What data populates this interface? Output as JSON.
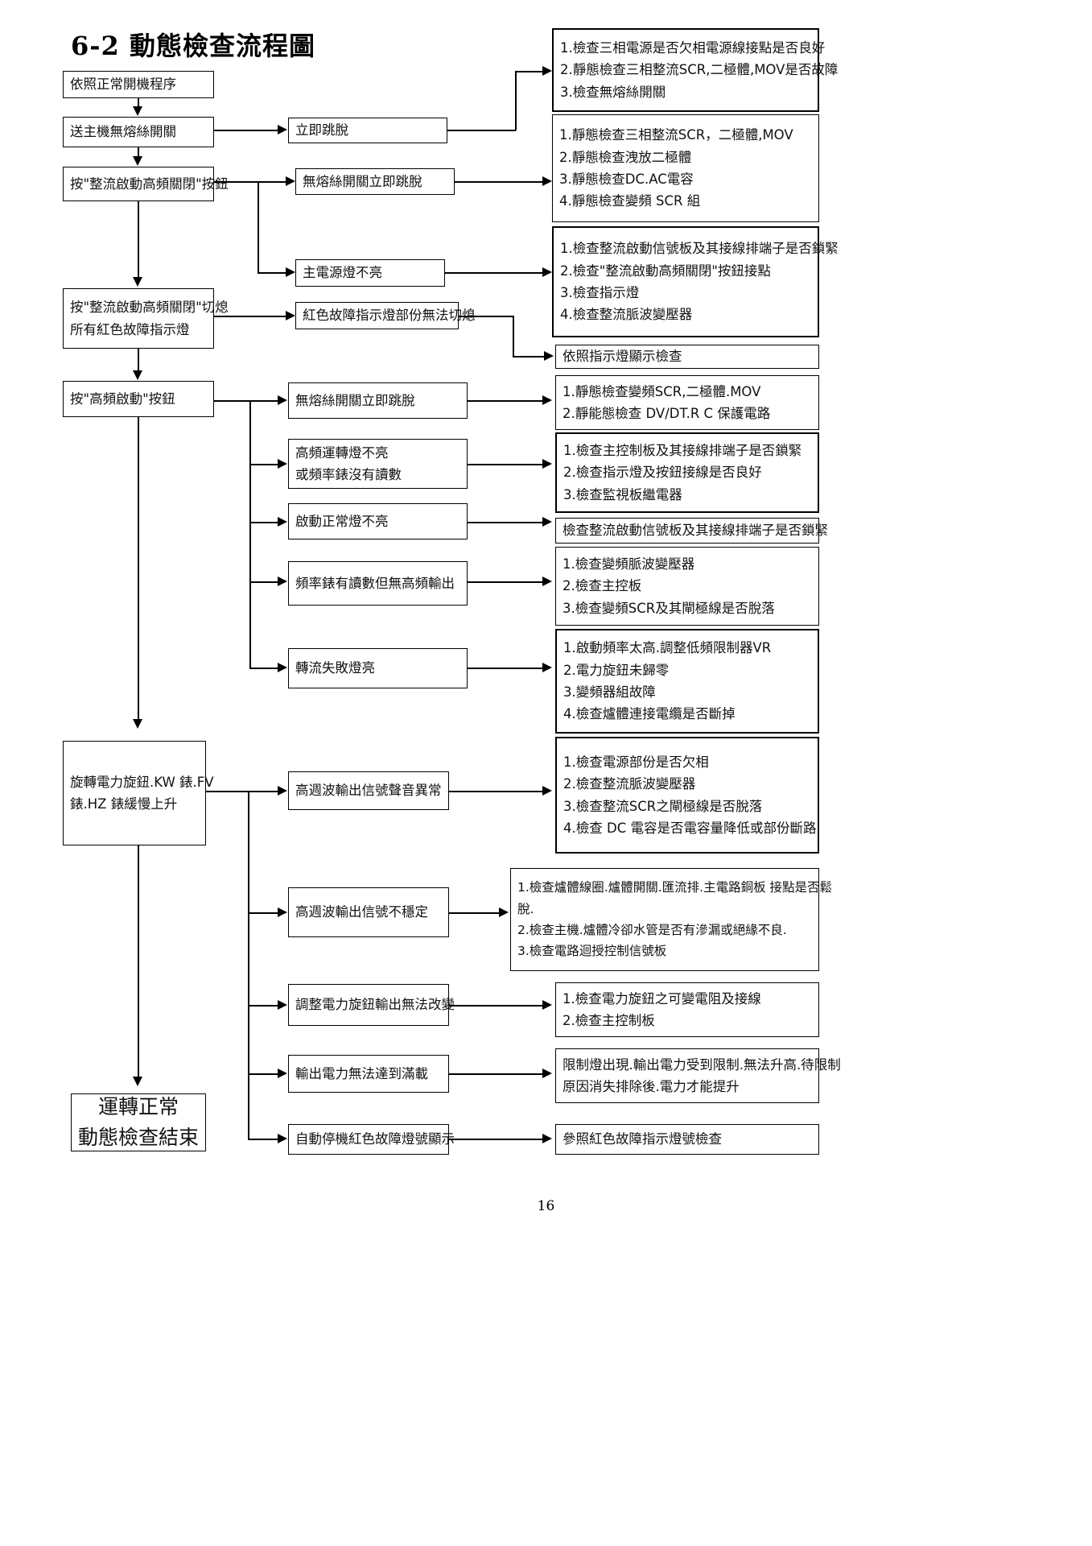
{
  "document": {
    "title": "6-2 動態檢查流程圖",
    "page_number": "16"
  },
  "flow": {
    "left_column": [
      {
        "id": "start",
        "lines": [
          "依照正常開機程序"
        ]
      },
      {
        "id": "main-nfb",
        "lines": [
          "送主機無熔絲開關"
        ]
      },
      {
        "id": "press-rect-start-hf-off",
        "lines": [
          "按\"整流啟動高頻關閉\"按鈕"
        ]
      },
      {
        "id": "press-rect-clear-faults",
        "lines": [
          "按\"整流啟動高頻關閉\"切熄",
          "所有紅色故障指示燈"
        ]
      },
      {
        "id": "press-hf-start",
        "lines": [
          "按\"高頻啟動\"按鈕"
        ]
      },
      {
        "id": "rotate-power-knob",
        "lines": [
          "旋轉電力旋鈕.KW 錶.FV",
          "錶.HZ 錶緩慢上升"
        ]
      },
      {
        "id": "end",
        "lines": [
          "運轉正常",
          "動態檢查結束"
        ]
      }
    ],
    "middle_column": [
      {
        "id": "trip-immediately",
        "lines": [
          "立即跳脫"
        ]
      },
      {
        "id": "nfb-trip-immediately",
        "lines": [
          "無熔絲開關立即跳脫"
        ]
      },
      {
        "id": "main-power-lamp-off",
        "lines": [
          "主電源燈不亮"
        ]
      },
      {
        "id": "red-fault-lamp-partial",
        "lines": [
          "紅色故障指示燈部份無法切熄"
        ]
      },
      {
        "id": "nfb-trip-2",
        "lines": [
          "無熔絲開關立即跳脫"
        ]
      },
      {
        "id": "hf-run-lamp-off",
        "lines": [
          "高頻運轉燈不亮",
          "或頻率錶沒有讀數"
        ]
      },
      {
        "id": "start-normal-lamp-off",
        "lines": [
          "啟動正常燈不亮"
        ]
      },
      {
        "id": "freq-reading-no-hf-output",
        "lines": [
          "頻率錶有讀數但無高頻輸出"
        ]
      },
      {
        "id": "commutation-fail-lamp-on",
        "lines": [
          "轉流失敗燈亮"
        ]
      },
      {
        "id": "hf-signal-sound-abnormal",
        "lines": [
          "高週波輸出信號聲音異常"
        ]
      },
      {
        "id": "hf-output-unstable",
        "lines": [
          "高週波輸出信號不穩定"
        ]
      },
      {
        "id": "power-knob-no-change",
        "lines": [
          "調整電力旋鈕輸出無法改變"
        ]
      },
      {
        "id": "output-power-not-full",
        "lines": [
          "輸出電力無法達到滿載"
        ]
      },
      {
        "id": "auto-stop-red-fault",
        "lines": [
          "自動停機紅色故障燈號顯示"
        ]
      }
    ],
    "right_column": [
      {
        "id": "check-1",
        "lines": [
          "1.檢查三相電源是否欠相電源線接點是否良好",
          "2.靜態檢查三相整流SCR,二極體,MOV是否故障",
          "3.檢查無熔絲開關"
        ]
      },
      {
        "id": "check-2",
        "lines": [
          "1.靜態檢查三相整流SCR，二極體,MOV",
          "2.靜態檢查洩放二極體",
          "3.靜態檢查DC.AC電容",
          "4.靜態檢查變頻 SCR 組"
        ]
      },
      {
        "id": "check-3",
        "lines": [
          "1.檢查整流啟動信號板及其接線排端子是否鎖緊",
          "2.檢查\"整流啟動高頻關閉\"按鈕接點",
          "3.檢查指示燈",
          "4.檢查整流脈波變壓器"
        ]
      },
      {
        "id": "check-4",
        "lines": [
          "依照指示燈顯示檢查"
        ]
      },
      {
        "id": "check-5",
        "lines": [
          "1.靜態檢查變頻SCR,二極體.MOV",
          "2.靜能態檢查 DV/DT.R C 保護電路"
        ]
      },
      {
        "id": "check-6",
        "lines": [
          "1.檢查主控制板及其接線排端子是否鎖緊",
          "2.檢查指示燈及按鈕接線是否良好",
          "3.檢查監視板繼電器"
        ]
      },
      {
        "id": "check-7",
        "lines": [
          "檢查整流啟動信號板及其接線排端子是否鎖緊"
        ]
      },
      {
        "id": "check-8",
        "lines": [
          "1.檢查變頻脈波變壓器",
          "2.檢查主控板",
          "3.檢查變頻SCR及其閘極線是否脫落"
        ]
      },
      {
        "id": "check-9",
        "lines": [
          "1.啟動頻率太高.調整低頻限制器VR",
          "2.電力旋鈕未歸零",
          "3.變頻器組故障",
          "4.檢查爐體連接電纜是否斷掉"
        ]
      },
      {
        "id": "check-10",
        "lines": [
          "1.檢查電源部份是否欠相",
          "2.檢查整流脈波變壓器",
          "3.檢查整流SCR之閘極線是否脫落",
          "4.檢查 DC 電容是否電容量降低或部份斷路"
        ]
      },
      {
        "id": "check-11",
        "lines": [
          "1.檢查爐體線圈.爐體開關.匯流排.主電路銅板 接點是否鬆",
          "脫.",
          "2.檢查主機.爐體冷卻水管是否有滲漏或絕緣不良.",
          "3.檢查電路迴授控制信號板"
        ]
      },
      {
        "id": "check-12",
        "lines": [
          "1.檢查電力旋鈕之可變電阻及接線",
          "2.檢查主控制板"
        ]
      },
      {
        "id": "check-13",
        "lines": [
          "限制燈出現.輸出電力受到限制.無法升高.待限制",
          "原因消失排除後.電力才能提升"
        ]
      },
      {
        "id": "check-14",
        "lines": [
          "參照紅色故障指示燈號檢查"
        ]
      }
    ]
  }
}
